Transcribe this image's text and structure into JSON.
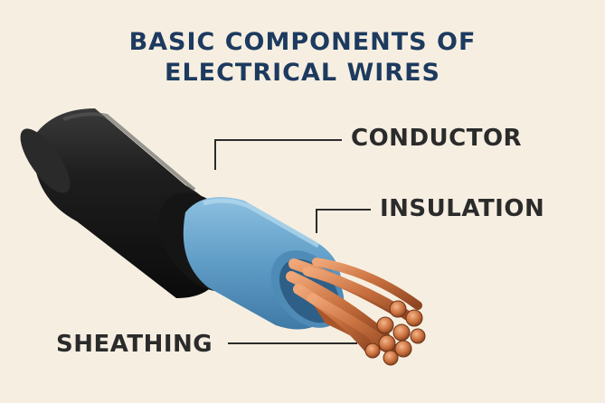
{
  "title": {
    "line1": "BASIC COMPONENTS OF",
    "line2": "ELECTRICAL WIRES"
  },
  "labels": {
    "conductor": "CONDUCTOR",
    "insulation": "INSULATION",
    "sheathing": "SHEATHING"
  },
  "colors": {
    "background": "#f6efe1",
    "title": "#1d3a5f",
    "sheath": "#1b1b1b",
    "insulation": "#6aa7cf",
    "copper": "#c8703f"
  }
}
